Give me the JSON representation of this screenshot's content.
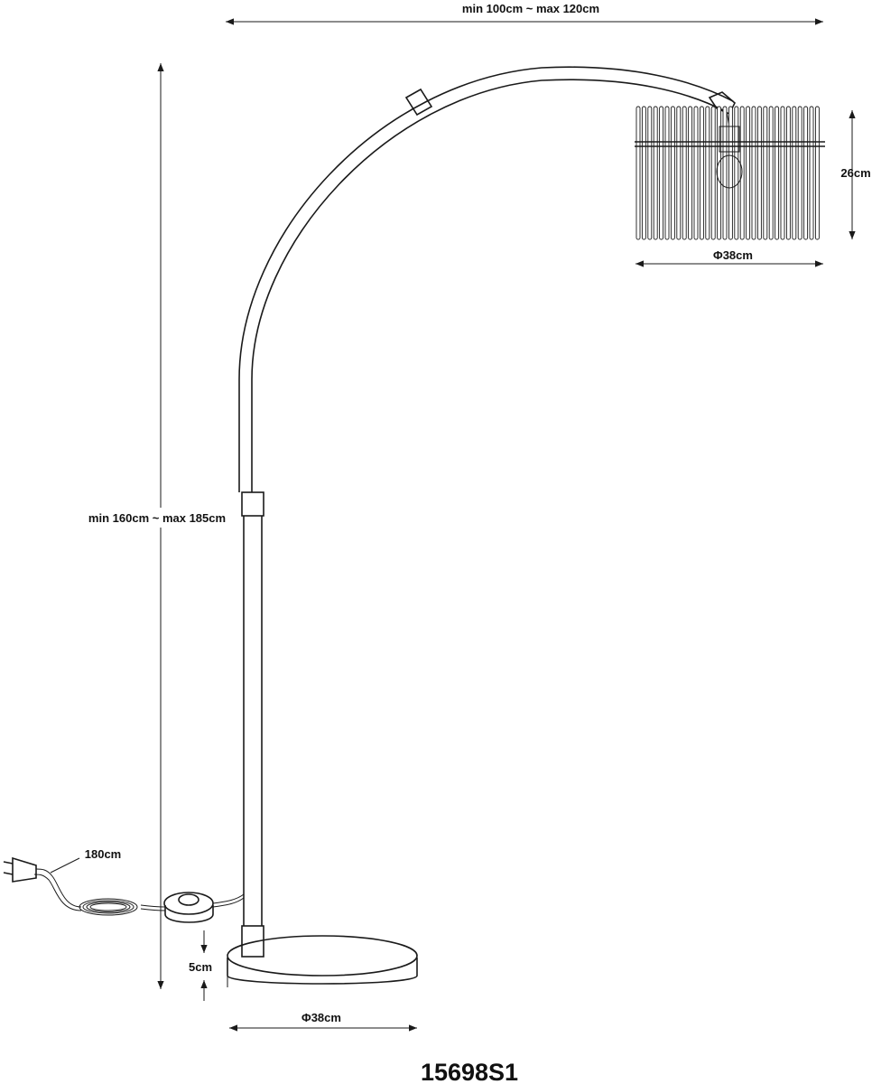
{
  "diagram": {
    "model_number": "15698S1",
    "dimensions": {
      "arm_reach": "min 100cm ~ max 120cm",
      "total_height": "min 160cm ~ max 185cm",
      "shade_height": "26cm",
      "shade_diameter": "Φ38cm",
      "base_height": "5cm",
      "base_diameter": "Φ38cm",
      "cable_length": "180cm"
    },
    "colors": {
      "line": "#1a1a1a",
      "background": "#ffffff"
    }
  }
}
